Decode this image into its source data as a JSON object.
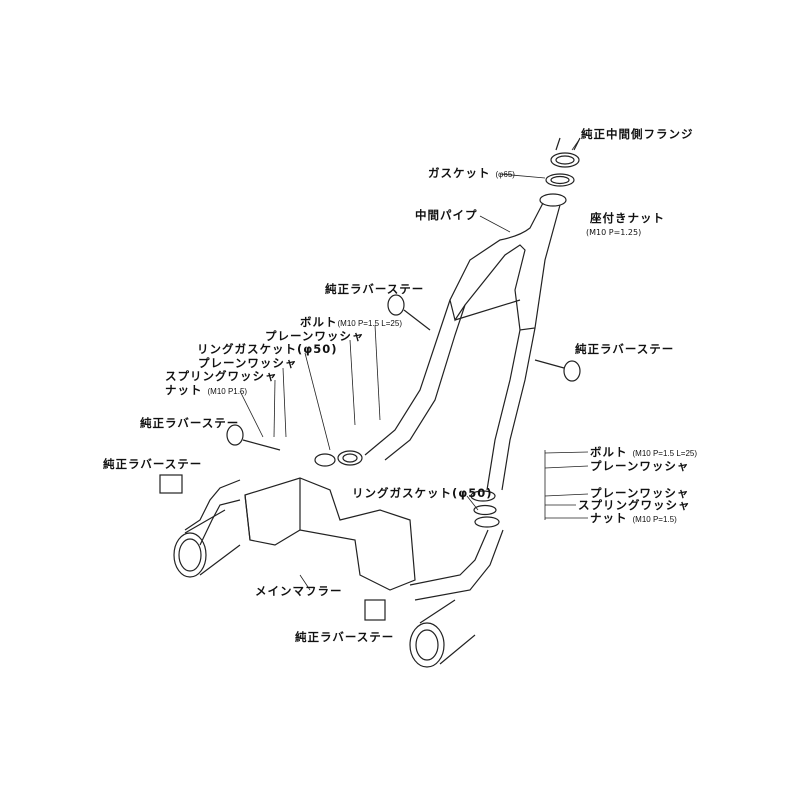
{
  "title": "Exhaust system exploded parts diagram",
  "labels": {
    "flange": "純正中間側フランジ",
    "gasket65": "ガスケット",
    "gasket65_spec": "(φ65)",
    "mid_pipe": "中間パイプ",
    "seat_nut": "座付きナット",
    "seat_nut_spec": "(M10 P=1.25)",
    "stay_top": "純正ラバーステー",
    "stay_right": "純正ラバーステー",
    "bolt_left": "ボルト",
    "bolt_left_spec": "(M10 P=1.5 L=25)",
    "washer_left_a": "プレーンワッシャ",
    "ring_gasket_left": "リングガスケット(φ50)",
    "washer_left_b": "プレーンワッシャ",
    "spring_washer_left": "スプリングワッシャ",
    "nut_left": "ナット",
    "nut_left_spec": "(M10 P1.5)",
    "stay_left_a": "純正ラバーステー",
    "stay_left_b": "純正ラバーステー",
    "bolt_right": "ボルト",
    "bolt_right_spec": "(M10 P=1.5 L=25)",
    "washer_right_a": "プレーンワッシャ",
    "ring_gasket_right": "リングガスケット(φ50)",
    "washer_right_b": "プレーンワッシャ",
    "spring_washer_right": "スプリングワッシャ",
    "nut_right": "ナット",
    "nut_right_spec": "(M10 P=1.5)",
    "main_muffler": "メインマフラー",
    "stay_bottom": "純正ラバーステー"
  }
}
